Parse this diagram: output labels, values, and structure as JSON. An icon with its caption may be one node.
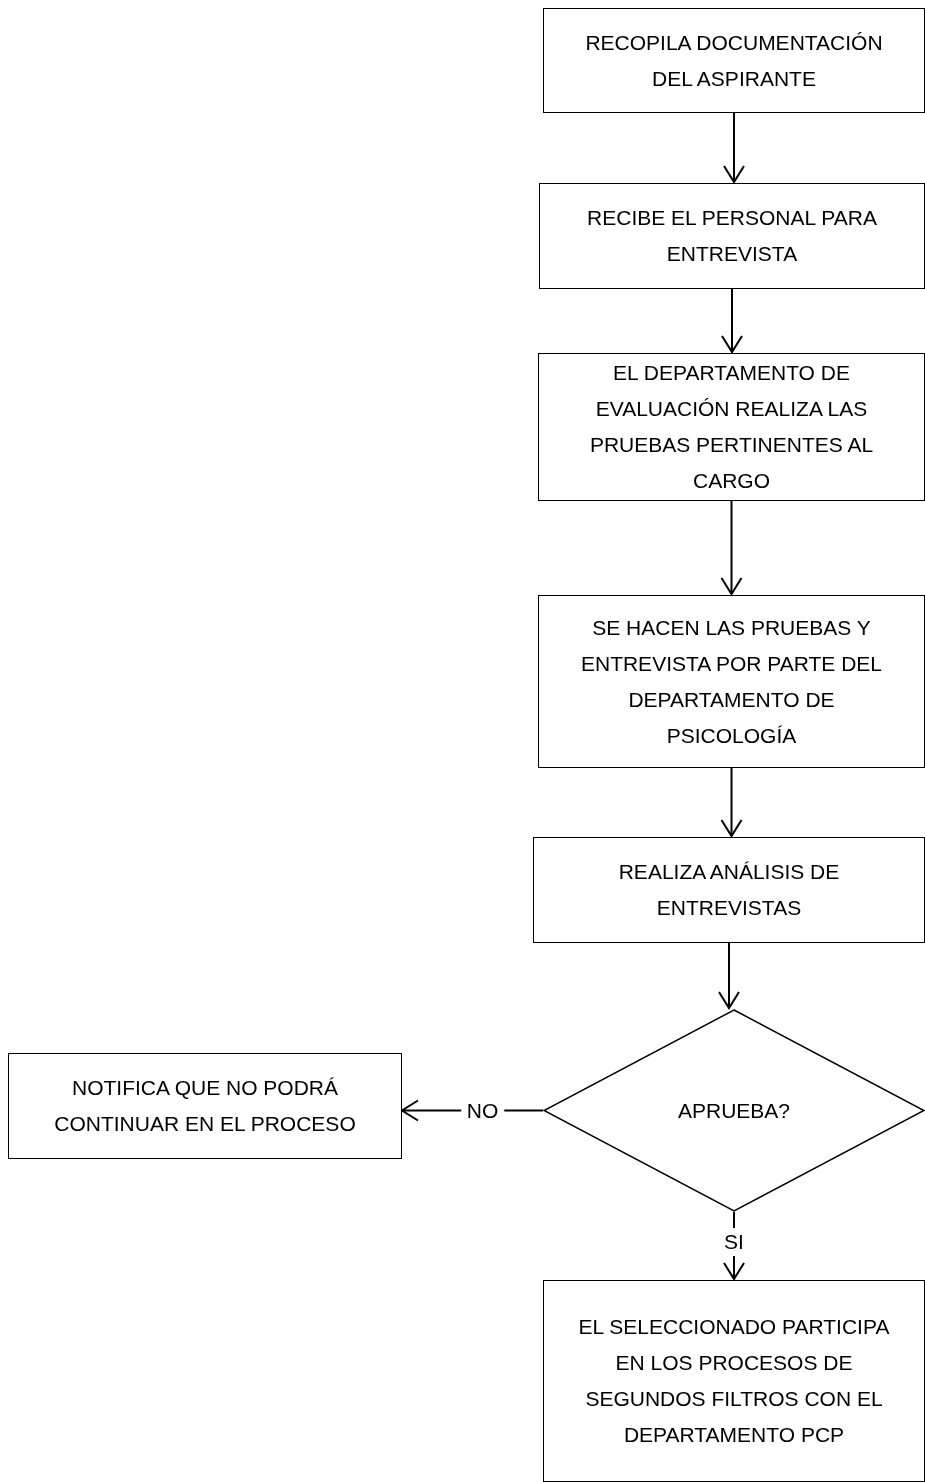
{
  "diagram": {
    "nodes": [
      {
        "text": [
          "RECOPILA DOCUMENTACIÓN DEL ASPIRANTE"
        ]
      },
      {
        "text": [
          "RECIBE EL PERSONAL PARA ENTREVISTA"
        ]
      },
      {
        "text": [
          "EL DEPARTAMENTO DE EVALUACIÓN REALIZA LAS PRUEBAS PERTINENTES AL CARGO"
        ]
      },
      {
        "text": [
          "SE HACEN LAS PRUEBAS Y ENTREVISTA POR PARTE DEL DEPARTAMENTO DE PSICOLOGÍA"
        ]
      },
      {
        "text": [
          "REALIZA ANÁLISIS DE ENTREVISTAS"
        ]
      },
      {
        "text": [
          "APRUEBA?"
        ]
      },
      {
        "text": [
          "NOTIFICA QUE NO PODRÁ CONTINUAR EN EL PROCESO"
        ]
      },
      {
        "text": [
          "EL SELECCIONADO PARTICIPA EN LOS PROCESOS DE SEGUNDOS FILTROS CON EL DEPARTAMENTO PCP"
        ]
      }
    ],
    "edges": [
      {
        "from": 0,
        "to": 1,
        "arrow": "to"
      },
      {
        "from": 1,
        "to": 2,
        "arrow": "to"
      },
      {
        "from": 2,
        "to": 3,
        "arrow": "to"
      },
      {
        "from": 3,
        "to": 4,
        "arrow": "to"
      },
      {
        "from": 4,
        "to": 5,
        "arrow": "to"
      },
      {
        "from": 5,
        "to": 6,
        "arrow": "to",
        "label": "NO"
      },
      {
        "from": 5,
        "to": 7,
        "arrow": "to",
        "label": "SI"
      }
    ]
  }
}
